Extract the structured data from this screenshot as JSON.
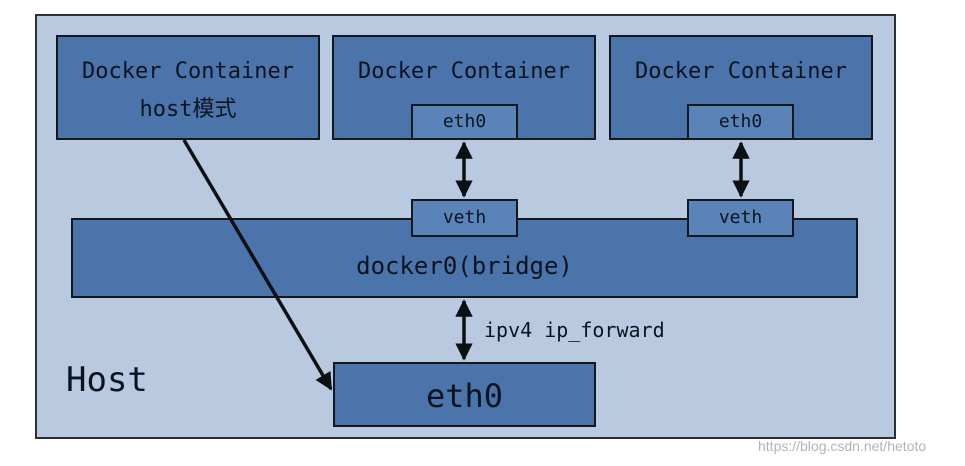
{
  "diagram": {
    "host_label": "Host",
    "container1": {
      "line1": "Docker Container",
      "line2": "host模式"
    },
    "container2": {
      "title": "Docker Container",
      "iface": "eth0"
    },
    "container3": {
      "title": "Docker Container",
      "iface": "eth0"
    },
    "veth_left": "veth",
    "veth_right": "veth",
    "bridge": "docker0(bridge)",
    "host_eth": "eth0",
    "forward_label": "ipv4 ip_forward"
  },
  "watermark": "https://blog.csdn.net/hetoto",
  "colors": {
    "host_bg": "#b8c9e0",
    "box_fill": "#4b74aa",
    "border": "#14171c"
  }
}
